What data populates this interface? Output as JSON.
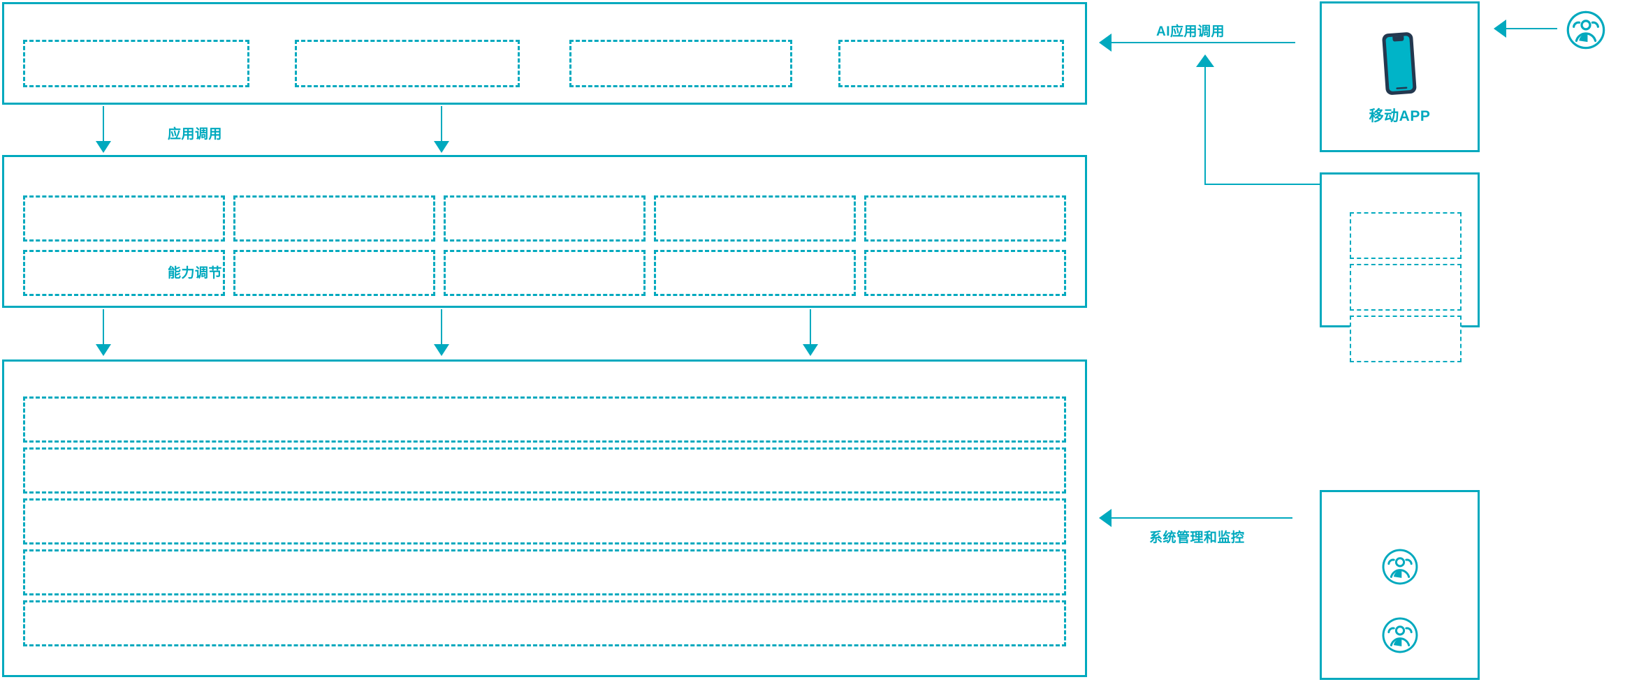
{
  "meta": {
    "accent_color": "#00A9BE",
    "phone_frame_color": "#24384F",
    "phone_screen_color": "#00B4C8",
    "background": "#FFFFFF"
  },
  "architecture": {
    "layers": [
      {
        "id": "application-layer",
        "cells": [
          "",
          "",
          "",
          ""
        ]
      },
      {
        "id": "capability-layer",
        "rows": [
          [
            "",
            "",
            "",
            "",
            ""
          ],
          [
            "",
            "",
            "",
            "",
            ""
          ]
        ]
      },
      {
        "id": "platform-layer",
        "rows": [
          "",
          "",
          "",
          "",
          ""
        ]
      }
    ],
    "flows": [
      {
        "id": "app-invoke",
        "label": "应用调用"
      },
      {
        "id": "capability-adjust",
        "label": "能力调节"
      },
      {
        "id": "ai-app-invoke",
        "label": "AI应用调用"
      },
      {
        "id": "system-manage-monitor",
        "label": "系统管理和监控"
      }
    ]
  },
  "side_panels": [
    {
      "id": "mobile-app-panel",
      "label": "移动APP",
      "icon": "smartphone-icon"
    },
    {
      "id": "module-stack-panel",
      "label": "",
      "cells": [
        "",
        "",
        ""
      ]
    },
    {
      "id": "operations-panel",
      "label": "",
      "icons": [
        "users-group-icon",
        "users-group-icon"
      ]
    }
  ],
  "actors": [
    {
      "id": "end-user-actor",
      "icon": "users-group-icon",
      "label": ""
    }
  ]
}
